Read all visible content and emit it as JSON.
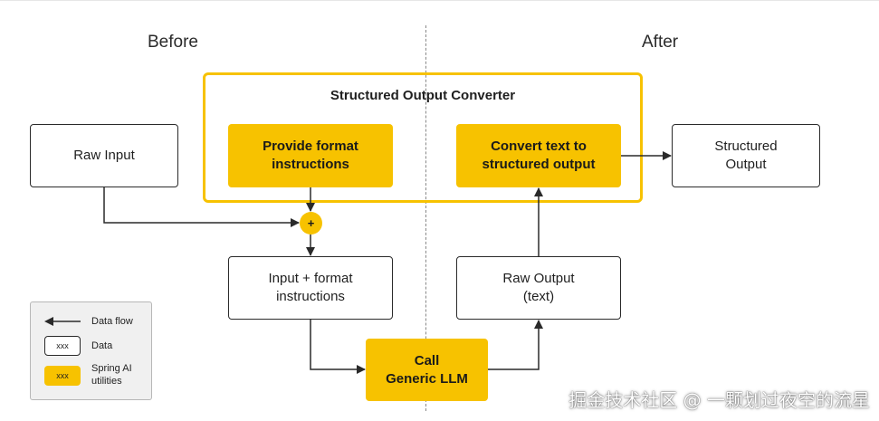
{
  "sections": {
    "before": "Before",
    "after": "After"
  },
  "converter": {
    "title": "Structured Output Converter"
  },
  "nodes": {
    "raw_input": "Raw Input",
    "provide_format_line1": "Provide format",
    "provide_format_line2": "instructions",
    "convert_text_line1": "Convert text to",
    "convert_text_line2": "structured  output",
    "structured_output_line1": "Structured",
    "structured_output_line2": "Output",
    "plus": "+",
    "input_format_line1": "Input + format",
    "input_format_line2": "instructions",
    "raw_output_line1": "Raw Output",
    "raw_output_line2": "(text)",
    "call_llm_line1": "Call",
    "call_llm_line2": "Generic LLM"
  },
  "legend": {
    "data_flow": "Data flow",
    "data_key": "xxx",
    "data": "Data",
    "util_key": "xxx",
    "spring_line1": "Spring AI",
    "spring_line2": "utilities"
  },
  "colors": {
    "accent": "#f7c200",
    "stroke": "#2a2a2a"
  },
  "watermark": "掘金技术社区 @ 一颗划过夜空的流星"
}
